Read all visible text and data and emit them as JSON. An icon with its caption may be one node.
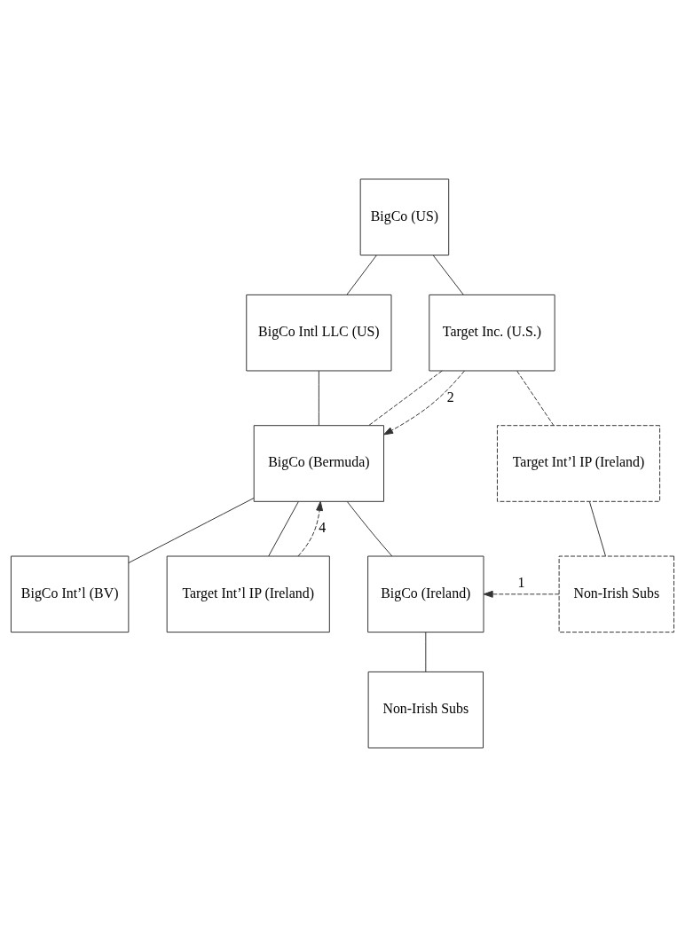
{
  "diagram": {
    "nodes": [
      {
        "text": [
          "BigCo (US)"
        ]
      },
      {
        "text": [
          "BigCo Intl LLC (US)"
        ]
      },
      {
        "text": [
          "Target Inc. (U.S.)"
        ]
      },
      {
        "text": [
          "BigCo (Bermuda)"
        ]
      },
      {
        "text": [
          "Target Int’l IP (Ireland)"
        ]
      },
      {
        "text": [
          "BigCo Int’l (BV)"
        ]
      },
      {
        "text": [
          "Target Int’l IP (Ireland)"
        ]
      },
      {
        "text": [
          "Non-Irish Subs"
        ]
      },
      {
        "text": [
          "BigCo (Ireland)"
        ]
      },
      {
        "text": [
          "Non-Irish Subs"
        ]
      }
    ],
    "edges": [
      {
        "from": 0,
        "to": 1,
        "arrow": "none"
      },
      {
        "from": 0,
        "to": 2,
        "arrow": "none"
      },
      {
        "from": 1,
        "to": 3,
        "arrow": "none"
      },
      {
        "from": 2,
        "to": 3,
        "arrow": "none",
        "style": "dashed"
      },
      {
        "from": 2,
        "to": 4,
        "arrow": "none",
        "style": "dashed"
      },
      {
        "from": 2,
        "to": 3,
        "arrow": "to",
        "style": "dashed",
        "label": "2"
      },
      {
        "from": 3,
        "to": 5,
        "arrow": "none"
      },
      {
        "from": 3,
        "to": 6,
        "arrow": "none"
      },
      {
        "from": 3,
        "to": 8,
        "arrow": "none"
      },
      {
        "from": 6,
        "to": 3,
        "arrow": "to",
        "style": "dashed",
        "label": "4"
      },
      {
        "from": 4,
        "to": 7,
        "arrow": "none"
      },
      {
        "from": 7,
        "to": 8,
        "arrow": "to",
        "style": "dashed",
        "label": "1"
      },
      {
        "from": 8,
        "to": 9,
        "arrow": "none"
      }
    ]
  }
}
